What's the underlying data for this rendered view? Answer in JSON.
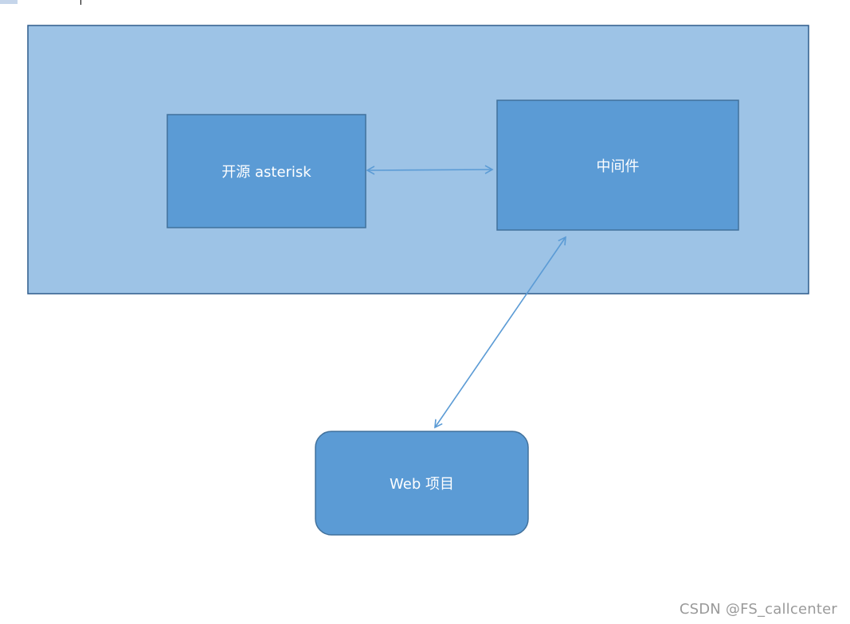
{
  "diagram": {
    "nodes": {
      "asterisk": {
        "label": "开源 asterisk"
      },
      "middleware": {
        "label": "中间件"
      },
      "web": {
        "label": "Web 项目"
      }
    },
    "colors": {
      "container_fill": "#9dc3e6",
      "container_stroke": "#2e5c8c",
      "node_fill": "#5b9bd5",
      "node_stroke": "#41719c",
      "arrow": "#5b9bd5"
    }
  },
  "watermark": "CSDN @FS_callcenter"
}
